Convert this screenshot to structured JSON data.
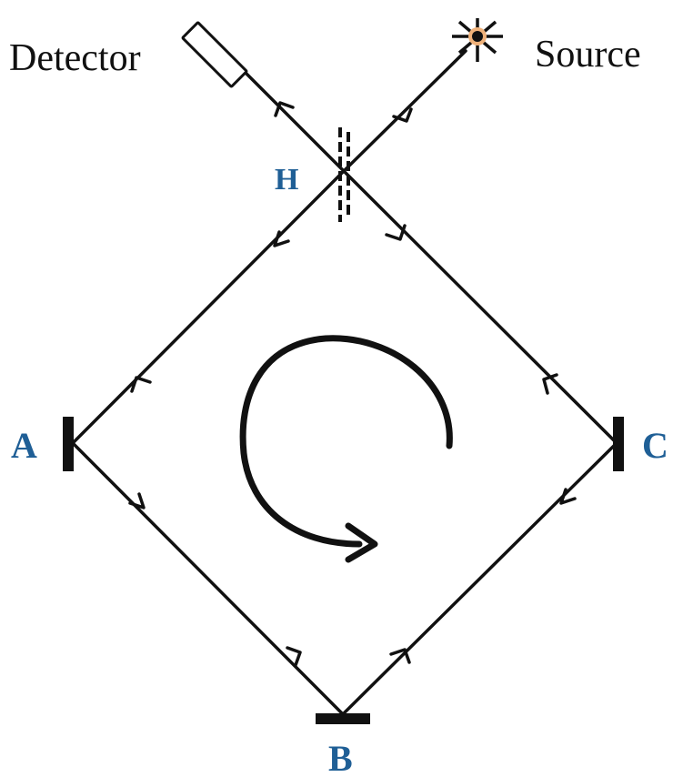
{
  "labels": {
    "detector": "Detector",
    "source": "Source",
    "splitter": "H",
    "mirror_a": "A",
    "mirror_b": "B",
    "mirror_c": "C"
  },
  "colors": {
    "line": "#111111",
    "point_label": "#1f5f96",
    "source_glow": "#f0b27a"
  },
  "icons": {
    "source": "star-light-source-icon",
    "detector": "rectangle-detector-icon",
    "rotation": "clockwise-rotation-arrow-icon"
  }
}
